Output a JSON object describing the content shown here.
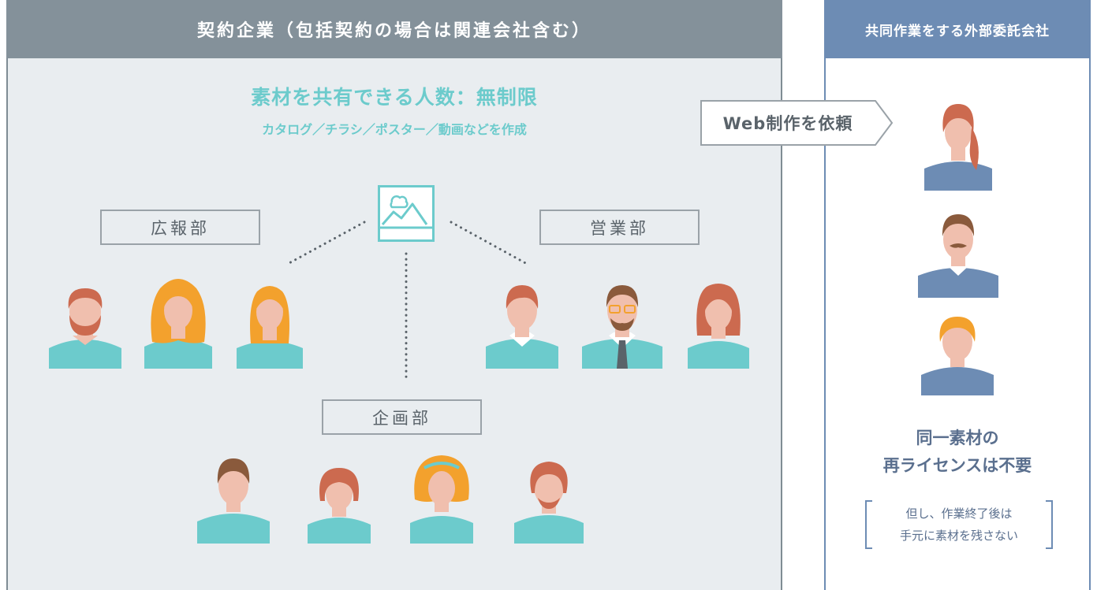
{
  "left_panel": {
    "header": "契約企業（包括契約の場合は関連会社含む）",
    "headline": "素材を共有できる人数：無制限",
    "subline": "カタログ／チラシ／ポスター／動画などを作成",
    "departments": {
      "pr": "広報部",
      "sales": "営業部",
      "planning": "企画部"
    },
    "center_icon": "image-icon",
    "colors": {
      "header_bg": "#84919a",
      "panel_bg": "#e9edf0",
      "accent": "#6ccbcc",
      "shirt": "#6ccbcc"
    }
  },
  "arrow": {
    "label": "Web制作を依頼"
  },
  "right_panel": {
    "header": "共同作業をする外部委託会社",
    "title_line1": "同一素材の",
    "title_line2": "再ライセンスは不要",
    "note_line1": "但し、作業終了後は",
    "note_line2": "手元に素材を残さない",
    "colors": {
      "header_bg": "#6d8cb4",
      "shirt": "#6d8cb4",
      "text": "#5a6f8e"
    }
  },
  "people": {
    "pr_group": [
      "bearded-man-avatar",
      "curly-haired-woman-avatar",
      "blonde-woman-avatar"
    ],
    "sales_group": [
      "man-avatar",
      "bearded-man-with-glasses-avatar",
      "red-haired-woman-avatar"
    ],
    "planning_group": [
      "man-avatar",
      "bob-haired-woman-avatar",
      "curly-blonde-woman-avatar",
      "bearded-man-avatar"
    ],
    "external_group": [
      "ponytail-woman-avatar",
      "mustached-man-avatar",
      "blonde-man-avatar"
    ]
  }
}
